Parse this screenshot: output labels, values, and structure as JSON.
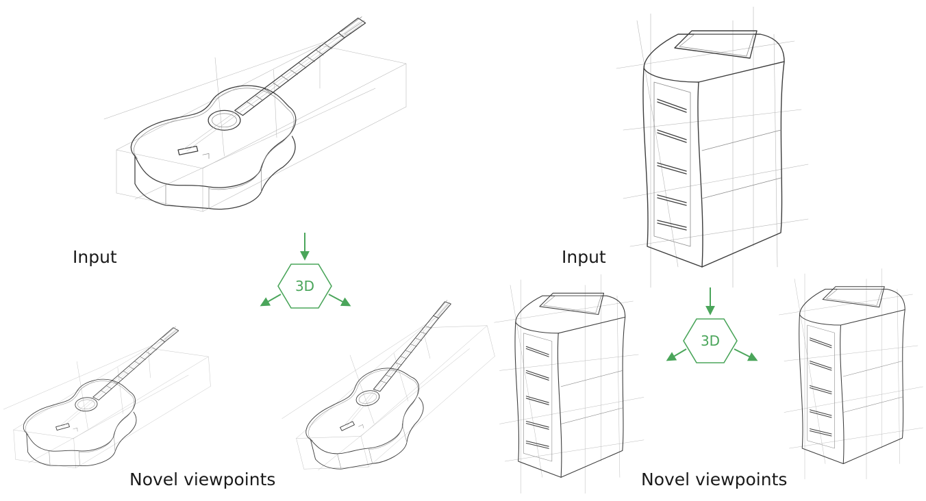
{
  "figure": {
    "panels": [
      {
        "id": "guitar",
        "input_label": "Input",
        "badge": "3D",
        "output_label": "Novel viewpoints"
      },
      {
        "id": "cabinet",
        "input_label": "Input",
        "badge": "3D",
        "output_label": "Novel viewpoints"
      }
    ],
    "accent_color": "#4aa55a",
    "sketch_color": "#3c3c3c"
  }
}
